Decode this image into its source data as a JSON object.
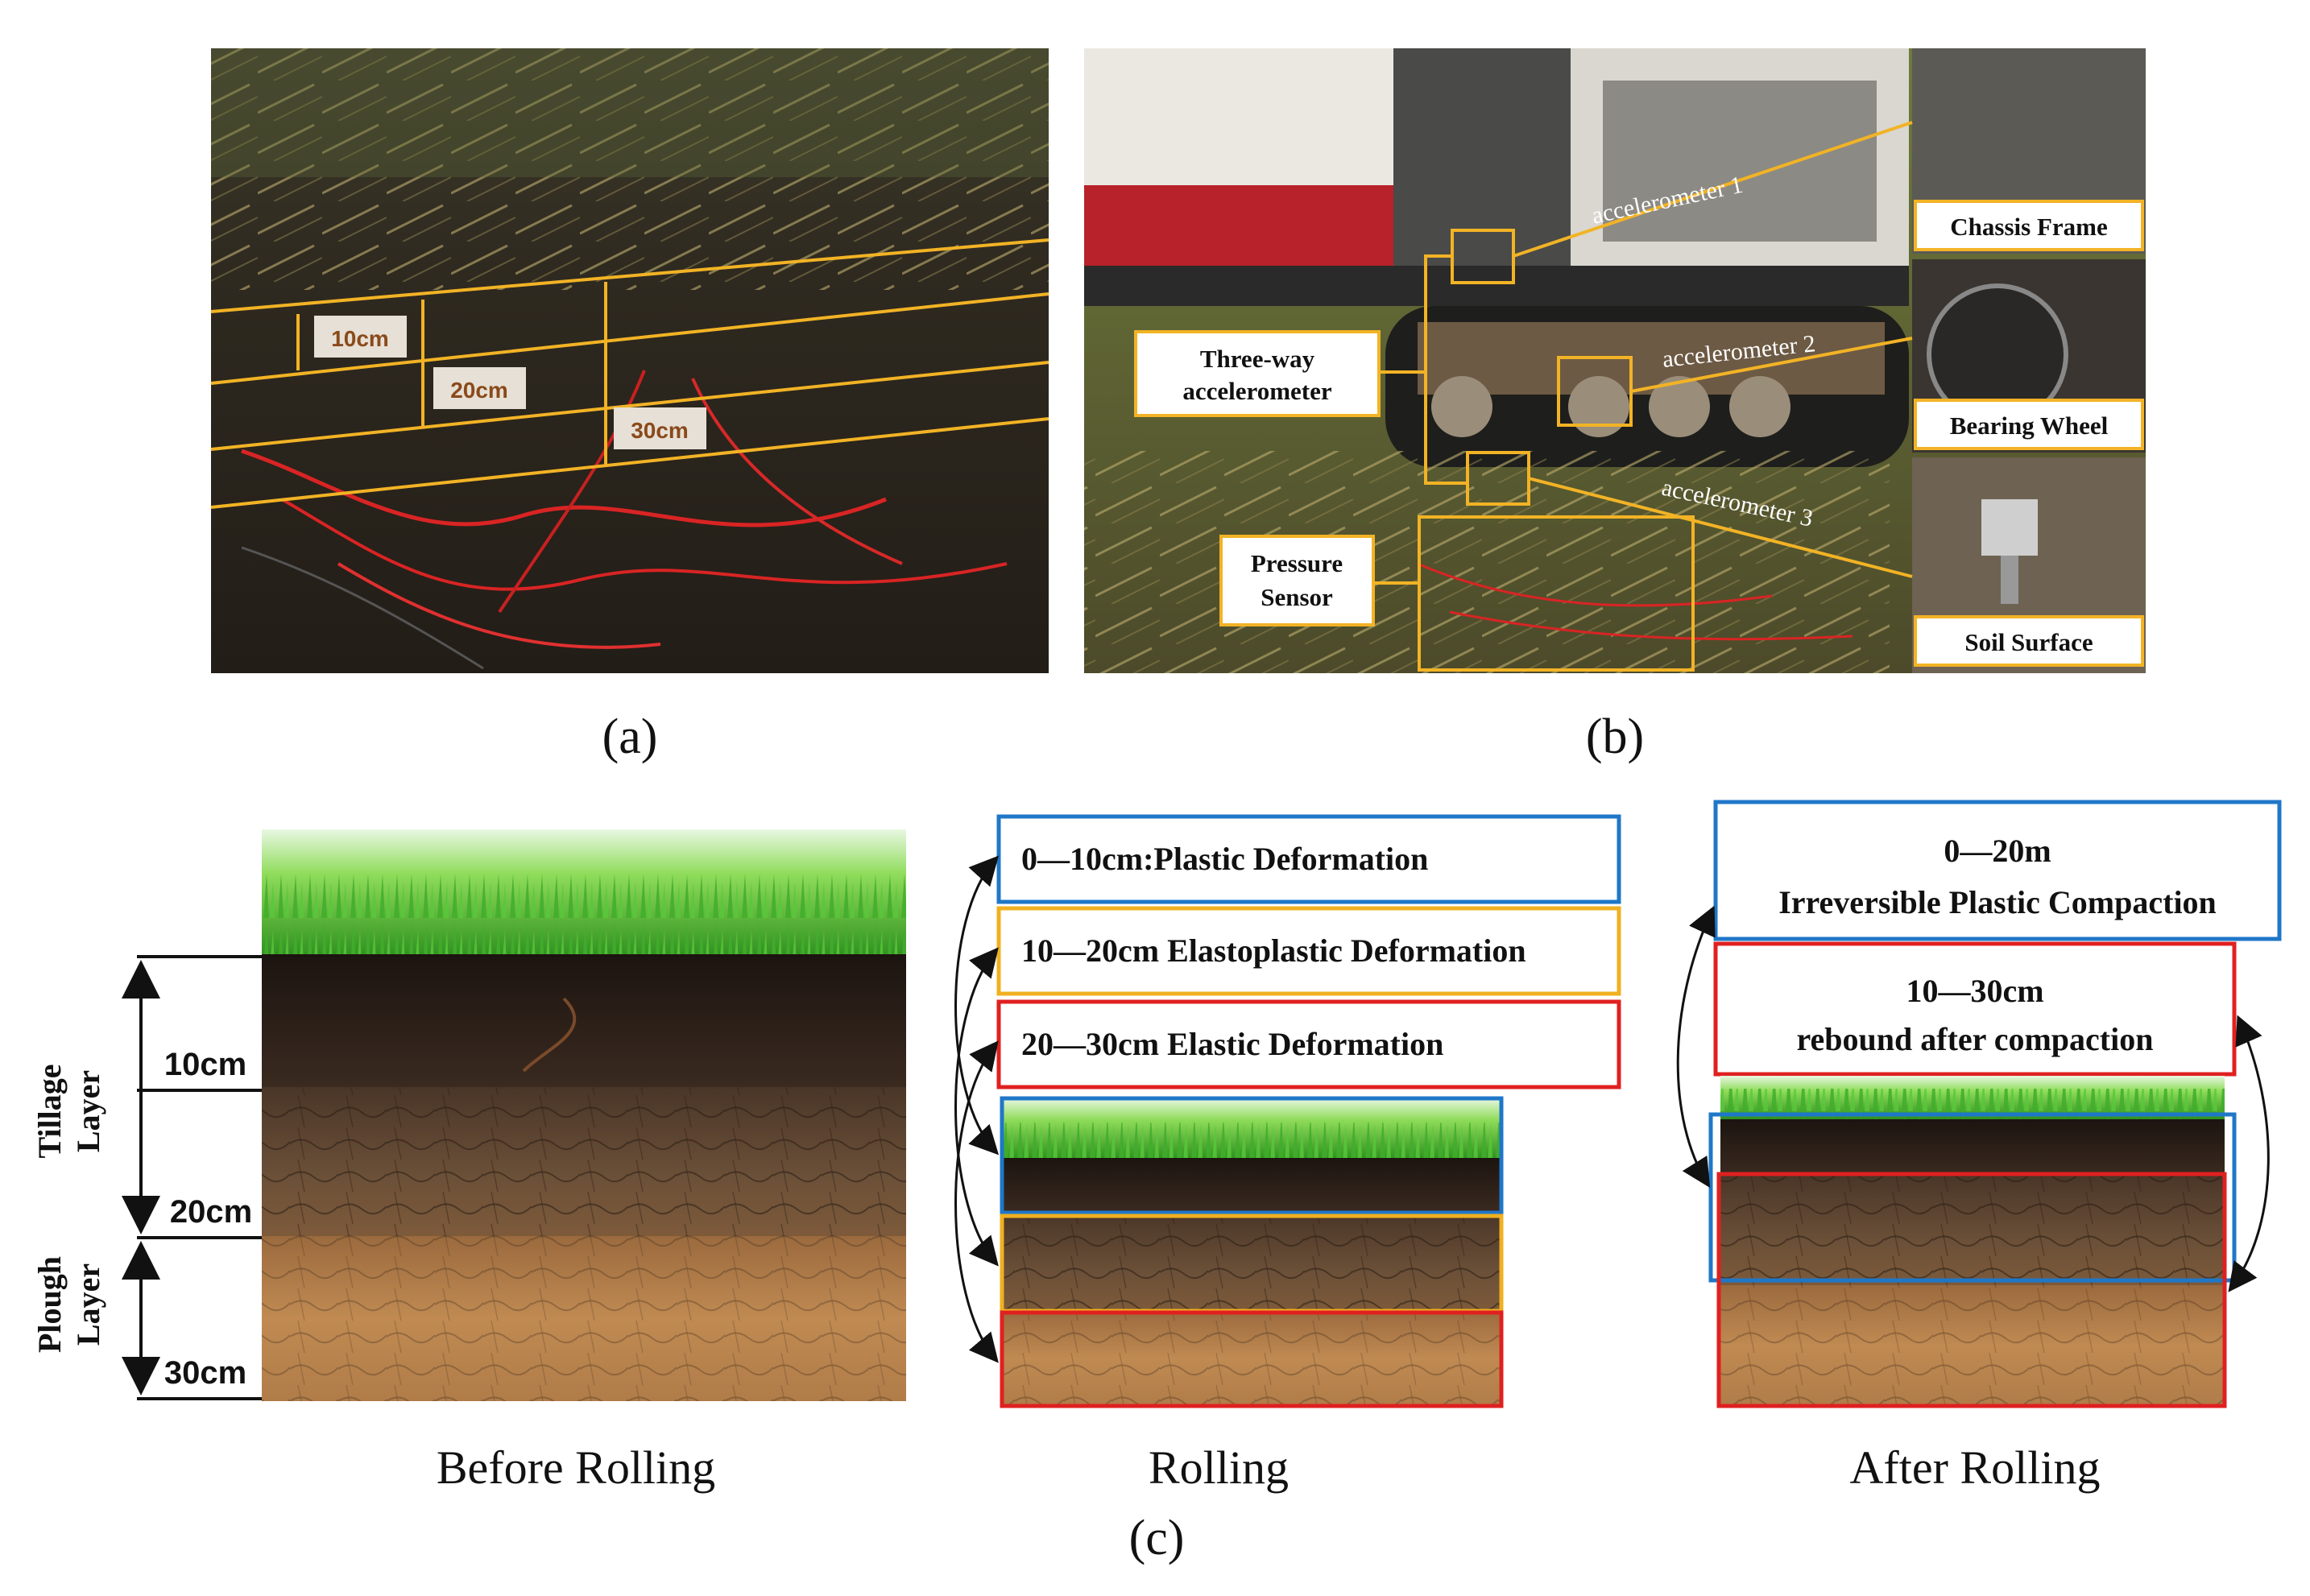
{
  "panel_a": {
    "label": "(a)",
    "depths": [
      "10cm",
      "20cm",
      "30cm"
    ]
  },
  "panel_b": {
    "label": "(b)",
    "accelerometers": [
      "accelerometer 1",
      "accelerometer 2",
      "accelerometer 3"
    ],
    "callouts": {
      "three_way": [
        "Three-way",
        "accelerometer"
      ],
      "pressure": [
        "Pressure",
        "Sensor"
      ]
    },
    "insets": [
      "Chassis Frame",
      "Bearing Wheel",
      "Soil Surface"
    ]
  },
  "panel_c": {
    "label": "(c)",
    "before": {
      "caption": "Before Rolling",
      "tillage_label": [
        "Tillage",
        "Layer"
      ],
      "plough_label": [
        "Plough",
        "Layer"
      ],
      "depths": [
        "10cm",
        "20cm",
        "30cm"
      ]
    },
    "rolling": {
      "caption": "Rolling",
      "boxes": [
        "0—10cm:Plastic Deformation",
        "10—20cm Elastoplastic Deformation",
        "20—30cm Elastic Deformation"
      ]
    },
    "after": {
      "caption": "After Rolling",
      "box1": [
        "0—20m",
        "Irreversible Plastic Compaction"
      ],
      "box2": [
        "10—30cm",
        "rebound after compaction"
      ]
    }
  },
  "colors": {
    "blue": "#1f77c8",
    "amber": "#f0b020",
    "red": "#e02020",
    "depth_text": "#8a4a1a"
  }
}
